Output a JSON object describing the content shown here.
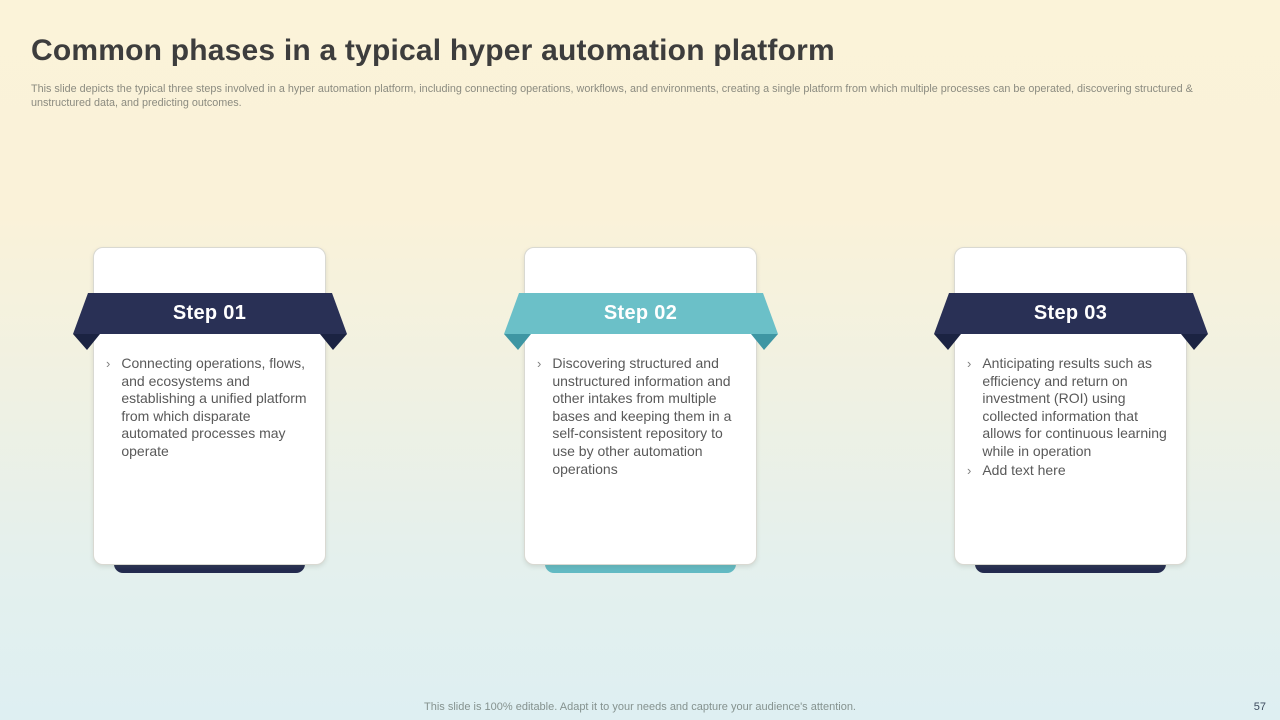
{
  "slide": {
    "title": "Common phases in a typical hyper automation platform",
    "subtitle": "This slide depicts the typical three steps involved in a hyper automation platform, including connecting operations, workflows, and environments, creating a single platform from which multiple processes can be operated, discovering structured & unstructured data, and predicting outcomes.",
    "footer_note": "This slide is 100% editable. Adapt it to your needs and capture your audience's attention.",
    "page_number": "57"
  },
  "ui": {
    "bullet_glyph": "›"
  },
  "colors": {
    "navy": "#293055",
    "navy_fold": "#1B2342",
    "teal": "#6BC0C8",
    "teal_fold": "#3E96A3",
    "background_top": "#FBF3D9",
    "background_bottom": "#DEEFF2",
    "card_border": "#D9D9D2",
    "body_text": "#595959"
  },
  "steps": [
    {
      "label": "Step 01",
      "theme": "navy",
      "bullets": [
        "Connecting operations, flows, and ecosystems and establishing a unified platform from which disparate automated processes may operate"
      ]
    },
    {
      "label": "Step 02",
      "theme": "teal",
      "bullets": [
        "Discovering structured and unstructured information and other intakes from multiple bases and keeping them in a self-consistent repository to use by other automation operations"
      ]
    },
    {
      "label": "Step 03",
      "theme": "navy",
      "bullets": [
        "Anticipating results such as efficiency and return on investment (ROI) using collected information that allows for continuous learning while in operation",
        "Add text here"
      ]
    }
  ]
}
